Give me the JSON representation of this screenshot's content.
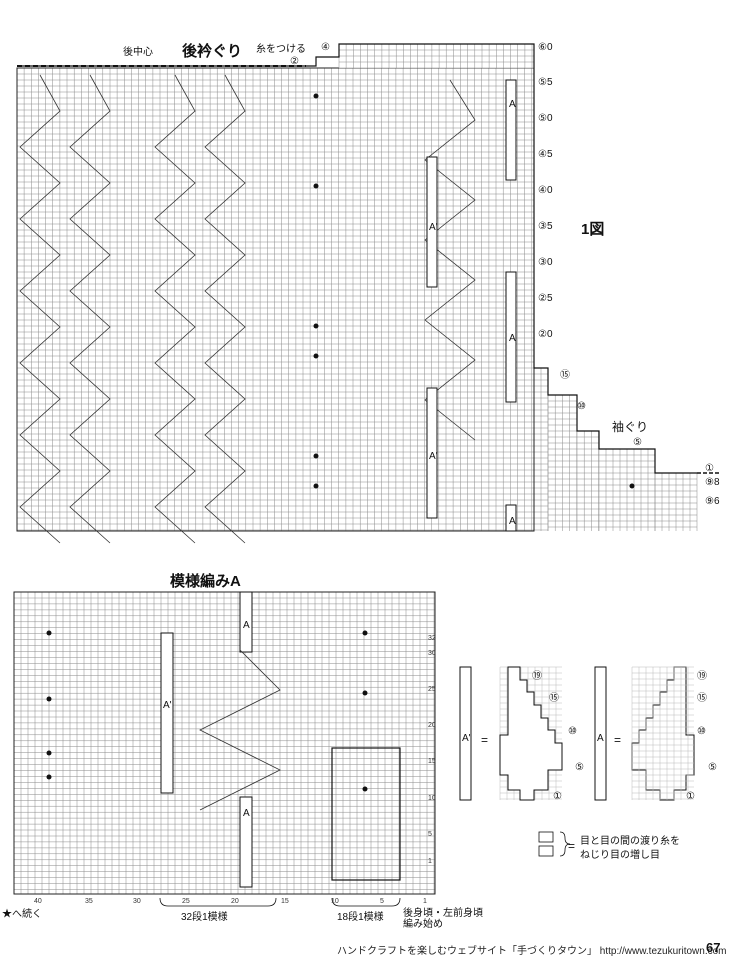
{
  "diagram1": {
    "label_center_back": "後中心",
    "label_back_neckline": "後衿ぐり",
    "label_attach_yarn": "糸をつける",
    "label_figure": "1図",
    "label_armhole": "袖ぐり",
    "marker_2": "②",
    "marker_4": "④",
    "row_markers": [
      "⑥0",
      "⑤5",
      "⑤0",
      "④5",
      "④0",
      "③5",
      "③0",
      "②5",
      "②0",
      "⑮",
      "⑩",
      "⑤",
      "①",
      "⑨8",
      "⑨6"
    ],
    "panel_labels": [
      "A",
      "A'",
      "A",
      "A'",
      "A"
    ]
  },
  "diagram2": {
    "title": "模様編みA",
    "right_numbers": [
      "32",
      "30",
      "25",
      "20",
      "15",
      "10",
      "5",
      "1"
    ],
    "bottom_numbers": [
      "40",
      "35",
      "30",
      "25",
      "20",
      "15",
      "10",
      "5",
      "1"
    ],
    "label_A_prime": "A'",
    "label_A": "A",
    "label_32_repeat": "32段1模様",
    "label_18_repeat": "18段1模様",
    "label_start": "後身頃・左前身頃\n編み始め",
    "label_continue": "★へ続く"
  },
  "legend": {
    "A_prime": "A'",
    "A": "A",
    "equals": "=",
    "left_markers": [
      "⑲",
      "⑮",
      "⑩",
      "⑤",
      "①"
    ],
    "right_markers": [
      "⑲",
      "⑮",
      "⑩",
      "⑤",
      "①"
    ],
    "symbol_note_line1": "目と目の間の渡り糸を",
    "symbol_note_line2": "ねじり目の増し目",
    "symbol_bracket_eq": "="
  },
  "footer": {
    "text": "ハンドクラフトを楽しむウェブサイト「手づくりタウン」 http://www.tezukuritown.com",
    "page": "67"
  }
}
